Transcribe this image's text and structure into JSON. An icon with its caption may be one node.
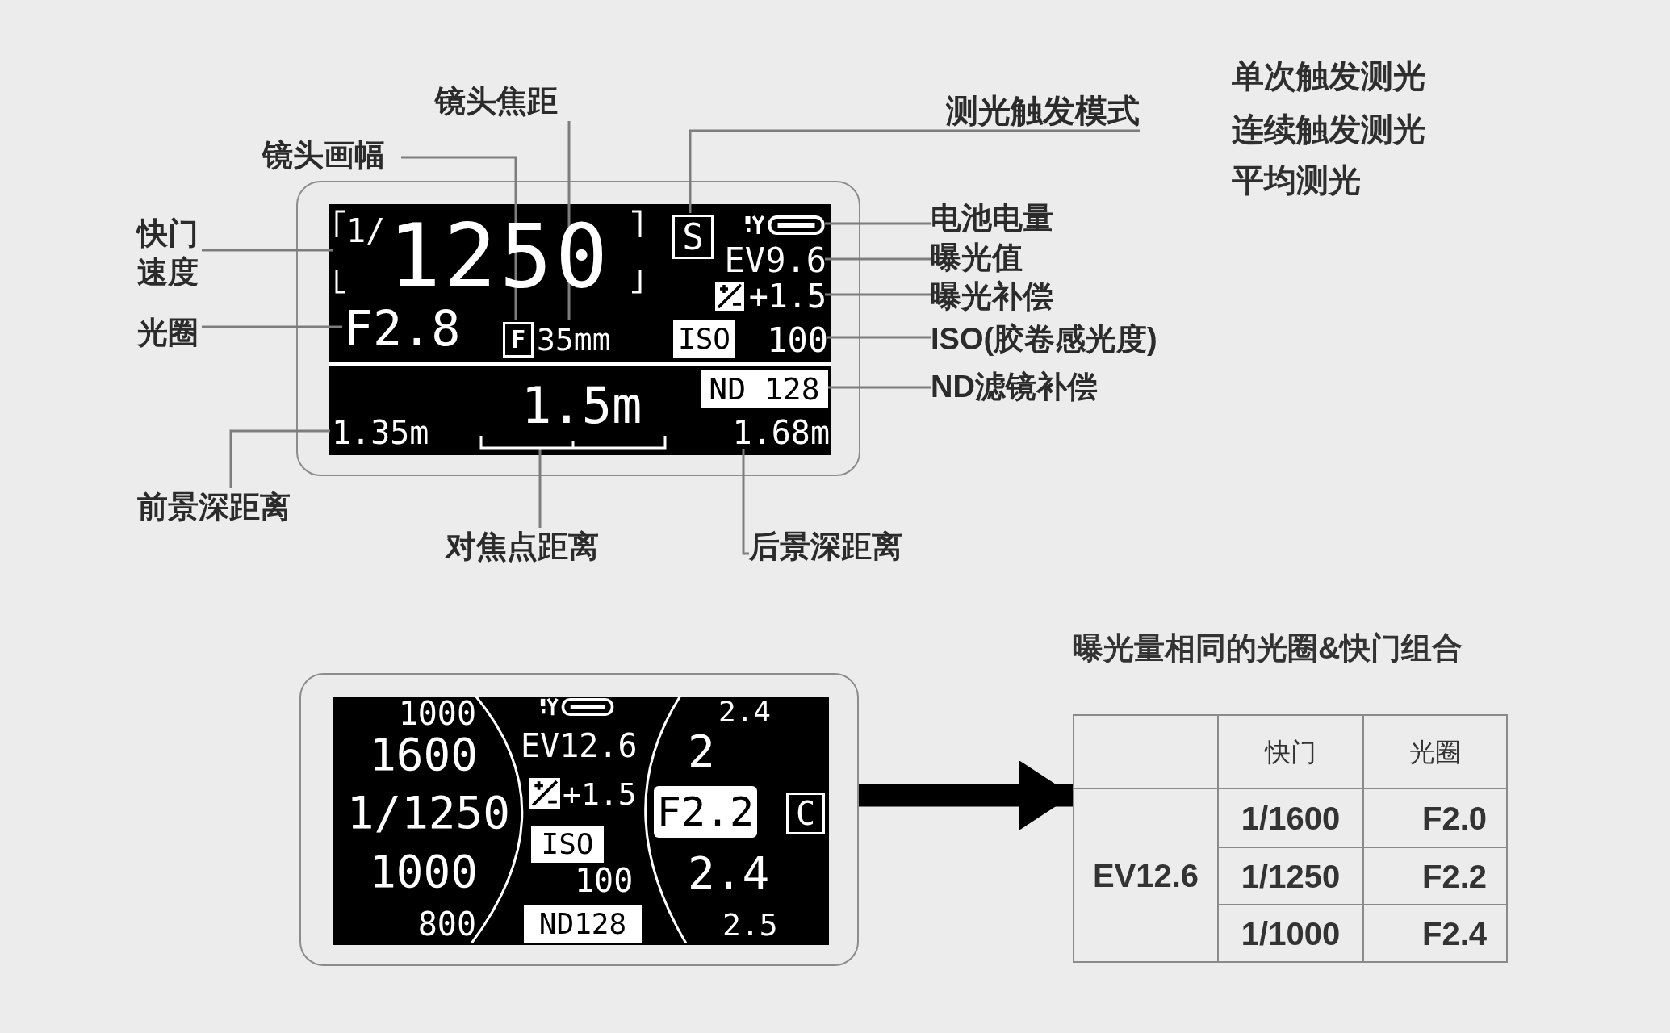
{
  "diagram": {
    "nodes": [
      {
        "text": [],
        "shape": "box"
      },
      {
        "text": [
          "1/",
          "1250"
        ],
        "in": 0
      },
      {
        "text": [
          "S"
        ],
        "in": 0
      },
      {
        "text": [],
        "shape": "battery",
        "in": 0
      },
      {
        "text": [
          "EV9.6"
        ],
        "in": 0
      },
      {
        "text": [
          "+1.5"
        ],
        "in": 0
      },
      {
        "text": [
          "F2.8"
        ],
        "in": 0
      },
      {
        "text": [
          "F"
        ],
        "in": 0
      },
      {
        "text": [
          "35mm"
        ],
        "in": 0
      },
      {
        "text": [
          "ISO",
          "100"
        ],
        "in": 0
      },
      {
        "text": [
          "ND 128"
        ],
        "in": 0
      },
      {
        "text": [
          "1.35m"
        ],
        "in": 0
      },
      {
        "text": [
          "1.5m"
        ],
        "in": 0
      },
      {
        "text": [
          "1.68m"
        ],
        "in": 0
      },
      {
        "text": [
          "镜头焦距"
        ]
      },
      {
        "text": [
          "测光触发模式"
        ]
      },
      {
        "text": [
          "镜头画幅"
        ]
      },
      {
        "text": [
          "快门速度"
        ]
      },
      {
        "text": [
          "电池电量"
        ]
      },
      {
        "text": [
          "曝光值"
        ]
      },
      {
        "text": [
          "曝光补偿"
        ]
      },
      {
        "text": [
          "光圈"
        ]
      },
      {
        "text": [
          "ISO(胶卷感光度)"
        ]
      },
      {
        "text": [
          "ND滤镜补偿"
        ]
      },
      {
        "text": [
          "前景深距离"
        ]
      },
      {
        "text": [
          "对焦点距离"
        ]
      },
      {
        "text": [
          "后景深距离"
        ]
      },
      {
        "text": [],
        "shape": "box"
      },
      {
        "text": [
          "曝光量相同的光圈&快门组合"
        ]
      },
      {
        "text": [
          "ISO"
        ],
        "in": 27
      },
      {
        "text": [
          "ND128"
        ],
        "in": 27
      },
      {
        "text": [
          "F2.2"
        ],
        "in": 27
      },
      {
        "text": [
          "C"
        ],
        "in": 27
      }
    ],
    "edges": [
      {
        "from": 14,
        "to": 8,
        "arrow": "none"
      },
      {
        "from": 15,
        "to": 2,
        "arrow": "none"
      },
      {
        "from": 16,
        "to": 7,
        "arrow": "none"
      },
      {
        "from": 17,
        "to": 1,
        "arrow": "none"
      },
      {
        "from": 18,
        "to": 3,
        "arrow": "none"
      },
      {
        "from": 19,
        "to": 4,
        "arrow": "none"
      },
      {
        "from": 20,
        "to": 5,
        "arrow": "none"
      },
      {
        "from": 21,
        "to": 6,
        "arrow": "none"
      },
      {
        "from": 22,
        "to": 9,
        "arrow": "none"
      },
      {
        "from": 23,
        "to": 10,
        "arrow": "none"
      },
      {
        "from": 24,
        "to": 11,
        "arrow": "none"
      },
      {
        "from": 25,
        "to": 12,
        "arrow": "none"
      },
      {
        "from": 26,
        "to": 13,
        "arrow": "none"
      },
      {
        "from": 27,
        "to": 28,
        "arrow": "to",
        "style": "thick",
        "color": "#000000"
      }
    ],
    "labels": [
      "单次触发测光",
      "连续触发测光",
      "平均测光",
      "1000",
      "1600",
      "1/1250",
      "1000",
      "800",
      "EV12.6",
      "+1.5",
      "100",
      "2.4",
      "2",
      "2.4",
      "2.5",
      "快门",
      "光圈",
      "EV12.6",
      "1/1600",
      "F2.0",
      "1/1250",
      "F2.2",
      "1/1000",
      "F2.4"
    ]
  }
}
